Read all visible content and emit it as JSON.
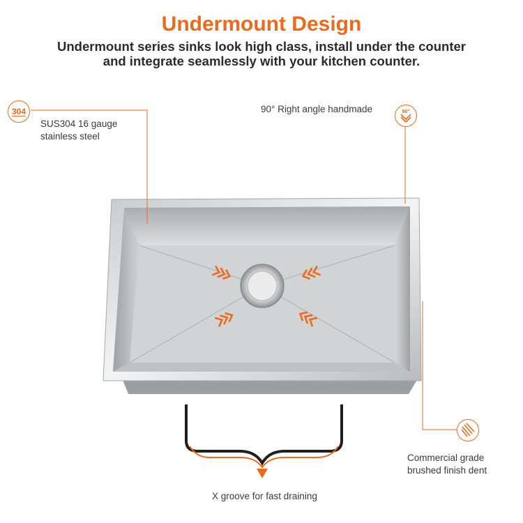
{
  "title": "Undermount Design",
  "subtitle_line1": "Undermount series sinks look high class, install under the counter",
  "subtitle_line2": "and integrate seamlessly with your kitchen counter.",
  "features": {
    "steel": {
      "badge": "304",
      "line1": "SUS304 16 gauge",
      "line2": "stainless steel"
    },
    "angle": {
      "badge": "90°",
      "text": "90° Right angle handmade"
    },
    "finish": {
      "line1": "Commercial grade",
      "line2": "brushed finish dent"
    },
    "groove": {
      "text": "X groove for fast draining"
    }
  },
  "colors": {
    "accent": "#ec6a1d",
    "text": "#333333"
  }
}
